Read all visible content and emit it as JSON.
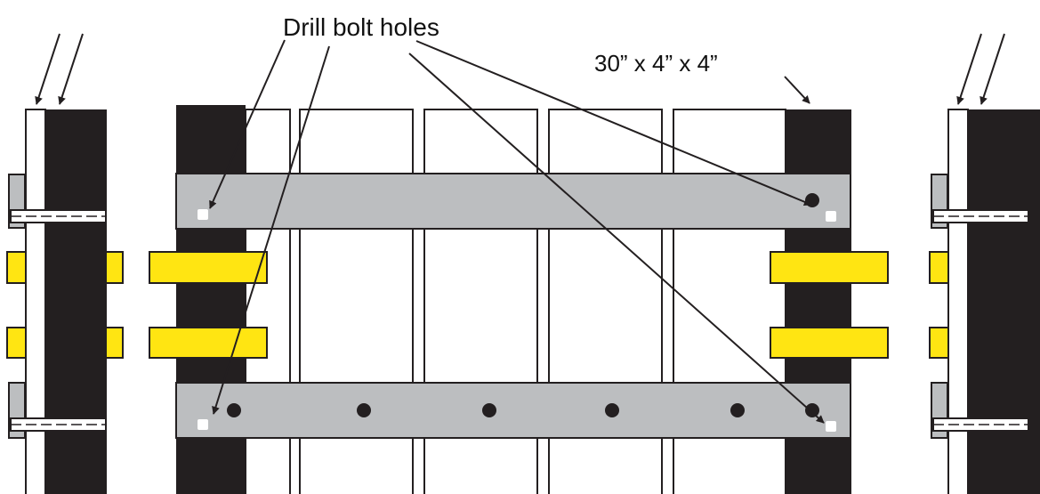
{
  "labels": {
    "drill_bolt_holes": "Drill bolt holes",
    "post_dimensions": "30”  x 4” x 4”"
  },
  "colors": {
    "post": "#231f20",
    "board": "#ffffff",
    "rail": "#bcbec0",
    "bracket": "#ffe512",
    "hole": "#231f20",
    "hole_marker": "#ffffff",
    "stroke": "#231f20"
  },
  "diagram": {
    "front_view": {
      "boards": 5,
      "rails": 2,
      "posts": 2,
      "rail_bolts_bottom": 6,
      "rail_bolts_top": 1,
      "brackets_per_side": 2
    },
    "side_views": 2
  }
}
